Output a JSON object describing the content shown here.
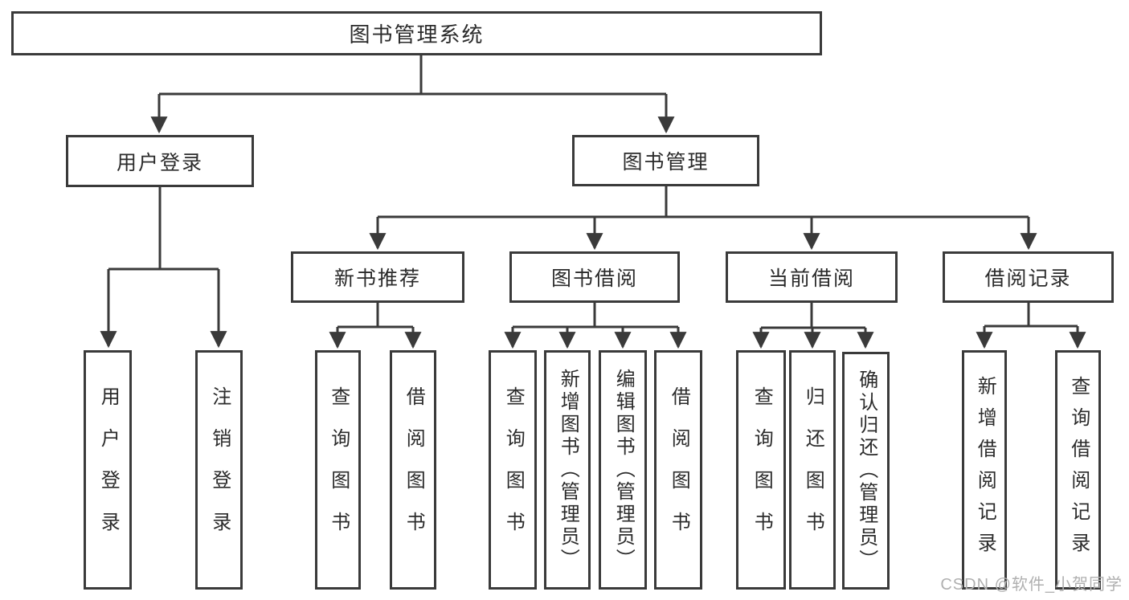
{
  "page": {
    "background": "#ffffff",
    "watermark": {
      "text": "CSDN @软件_小贺同学",
      "color": "#b0b0b0"
    }
  },
  "diagram": {
    "type": "hierarchy-tree",
    "line_color": "#3a3a3a",
    "text_color": "#2b2b2b",
    "root": {
      "label": "图书管理系统"
    },
    "branches": [
      {
        "label": "用户登录",
        "children": [
          {
            "label": "用户登录"
          },
          {
            "label": "注销登录"
          }
        ]
      },
      {
        "label": "图书管理",
        "children": [
          {
            "label": "新书推荐",
            "children": [
              {
                "label": "查询图书"
              },
              {
                "label": "借阅图书"
              }
            ]
          },
          {
            "label": "图书借阅",
            "children": [
              {
                "label": "查询图书"
              },
              {
                "label": "新增图书（管理员）"
              },
              {
                "label": "编辑图书（管理员）"
              },
              {
                "label": "借阅图书"
              }
            ]
          },
          {
            "label": "当前借阅",
            "children": [
              {
                "label": "查询图书"
              },
              {
                "label": "归还图书"
              },
              {
                "label": "确认归还（管理员）"
              }
            ]
          },
          {
            "label": "借阅记录",
            "children": [
              {
                "label": "新增借阅记录"
              },
              {
                "label": "查询借阅记录"
              }
            ]
          }
        ]
      }
    ]
  }
}
